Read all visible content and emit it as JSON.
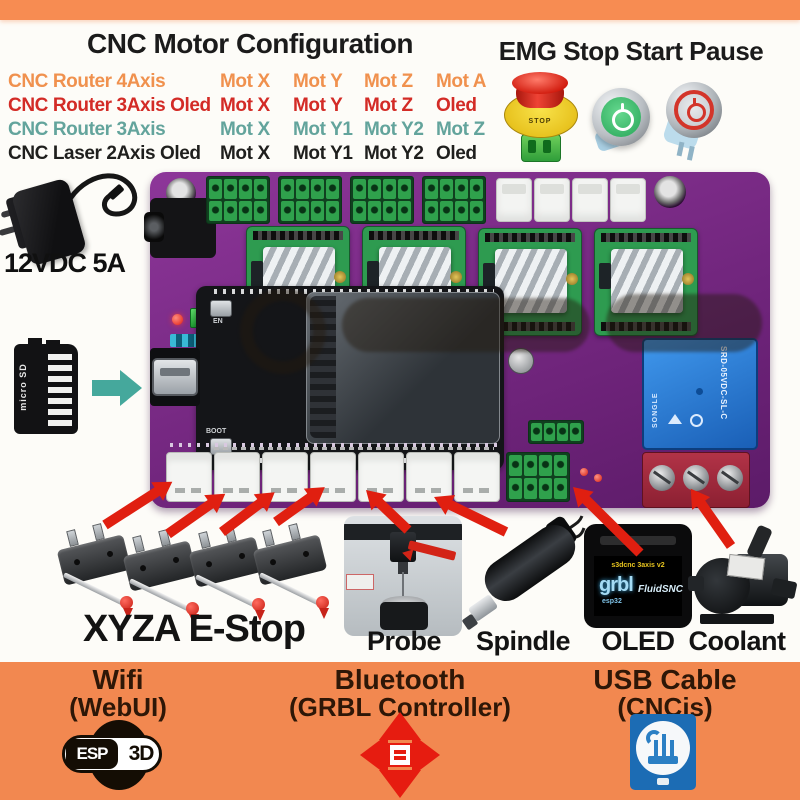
{
  "colors": {
    "accent_orange": "#f28850",
    "arrow_red": "#e01f10",
    "sd_arrow_teal": "#45a89c",
    "board_purple": "#7c2f8a",
    "row_orange": "#f0914e",
    "row_red": "#d32b26",
    "row_teal": "#63a49c",
    "row_black": "#1f1f1d"
  },
  "header": {
    "title": "CNC Motor Configuration",
    "emg_title": "EMG Stop Start Pause"
  },
  "config_table": {
    "rows": [
      {
        "label": "CNC Router 4Axis",
        "slots": [
          "Mot X",
          "Mot Y",
          "Mot Z",
          "Mot A"
        ]
      },
      {
        "label": "CNC Router 3Axis Oled",
        "slots": [
          "Mot X",
          "Mot Y",
          "Mot Z",
          "Oled"
        ]
      },
      {
        "label": "CNC Router 3Axis",
        "slots": [
          "Mot X",
          "Mot Y1",
          "Mot Y2",
          "Mot Z"
        ]
      },
      {
        "label": "CNC Laser 2Axis Oled",
        "slots": [
          "Mot X",
          "Mot Y1",
          "Mot Y2",
          "Oled"
        ]
      }
    ]
  },
  "emg": {
    "estop_text": "STOP"
  },
  "power_adapter": {
    "label": "12VDC 5A"
  },
  "sd_card": {
    "label": "micro SD"
  },
  "board": {
    "relay_brand": "SONGLE",
    "relay_model": "SRD-05VDC-SL-C",
    "esp32_buttons": {
      "en": "EN",
      "boot": "BOOT"
    }
  },
  "peripherals": {
    "estop_label": "XYZA E-Stop",
    "probe_label": "Probe",
    "spindle_label": "Spindle",
    "oled_label": "OLED",
    "coolant_label": "Coolant",
    "oled_screen": {
      "line1": "s3dcnc 3axis v2",
      "word1": "grbl",
      "word2": "esp32",
      "word3": "FluidSNC"
    }
  },
  "footer": {
    "wifi_title": "Wifi",
    "wifi_sub": "(WebUI)",
    "bt_title": "Bluetooth",
    "bt_sub": "(GRBL Controller)",
    "usb_title": "USB Cable",
    "usb_sub": "(CNCjs)",
    "esp3d": {
      "esp": "ESP",
      "threed": "3D"
    }
  }
}
